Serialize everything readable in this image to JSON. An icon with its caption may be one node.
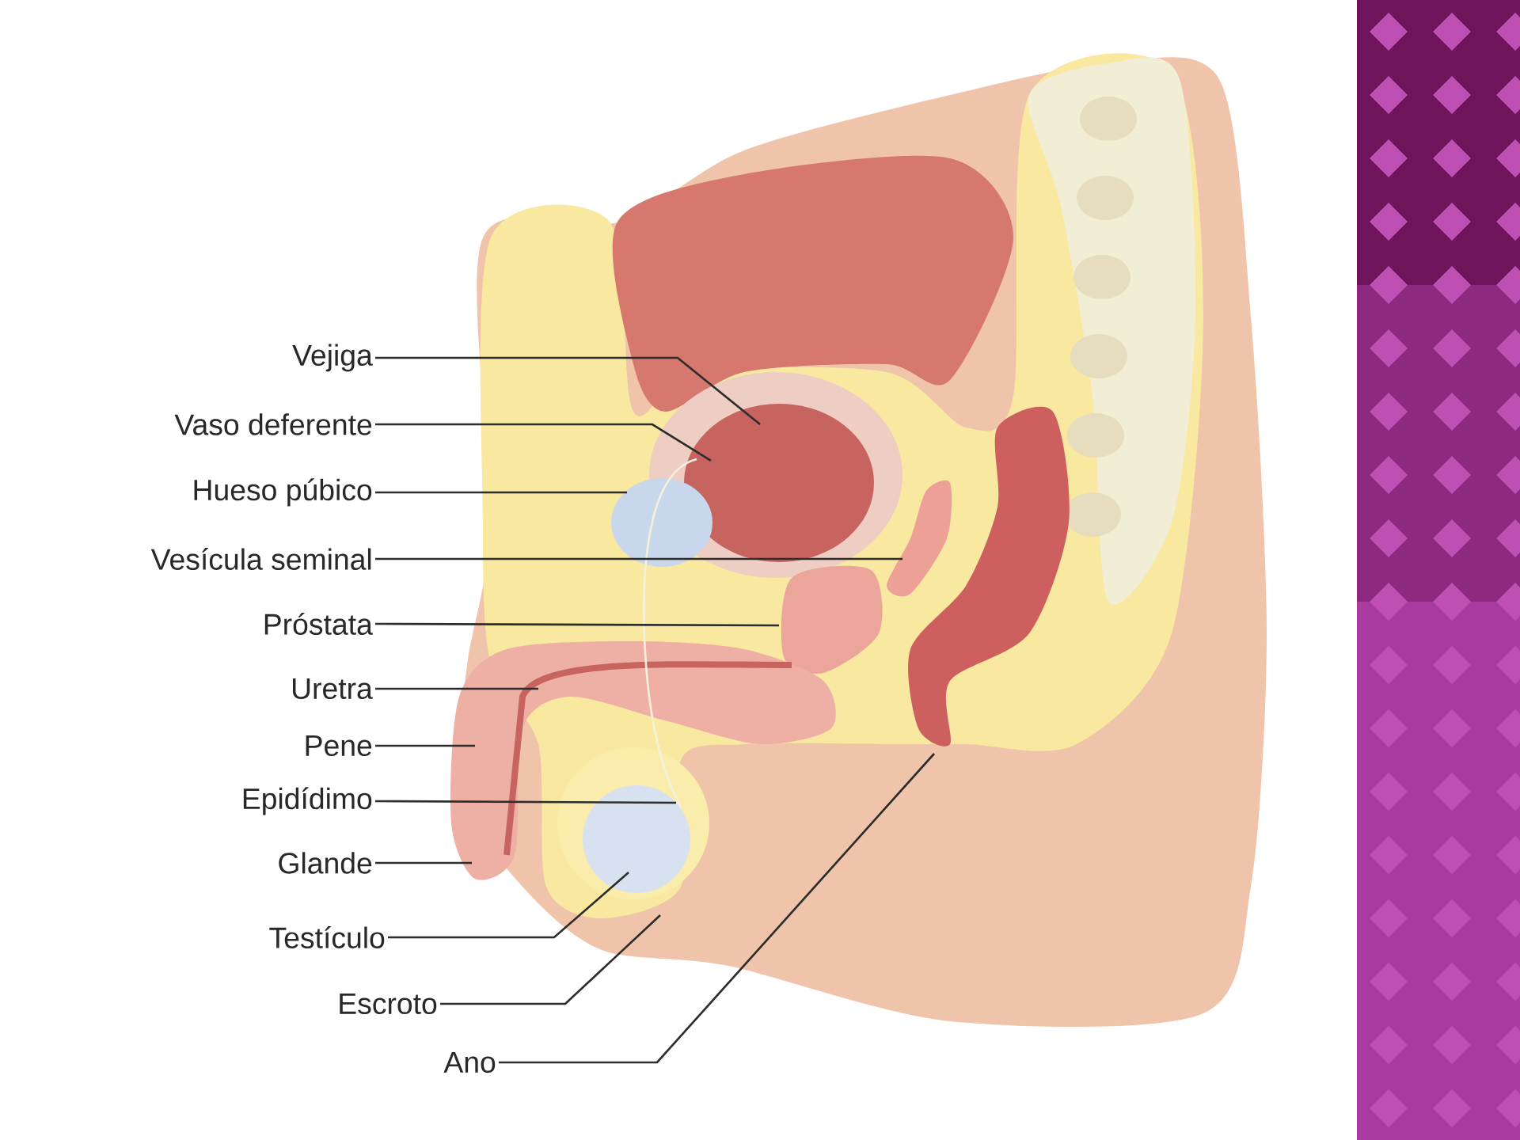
{
  "diagram": {
    "nodes": [
      {
        "text": [
          "Vejiga"
        ]
      },
      {
        "text": [
          "Vaso deferente"
        ]
      },
      {
        "text": [
          "Hueso púbico"
        ]
      },
      {
        "text": [
          "Vesícula seminal"
        ]
      },
      {
        "text": [
          "Próstata"
        ]
      },
      {
        "text": [
          "Uretra"
        ]
      },
      {
        "text": [
          "Pene"
        ]
      },
      {
        "text": [
          "Epidídimo"
        ]
      },
      {
        "text": [
          "Glande"
        ]
      },
      {
        "text": [
          "Testículo"
        ]
      },
      {
        "text": [
          "Escroto"
        ]
      },
      {
        "text": [
          "Ano"
        ]
      }
    ],
    "edges": [
      {
        "from": 0,
        "to": null,
        "arrow": "none"
      },
      {
        "from": 1,
        "to": null,
        "arrow": "none"
      },
      {
        "from": 2,
        "to": null,
        "arrow": "none"
      },
      {
        "from": 3,
        "to": null,
        "arrow": "none"
      },
      {
        "from": 4,
        "to": null,
        "arrow": "none"
      },
      {
        "from": 5,
        "to": null,
        "arrow": "none"
      },
      {
        "from": 6,
        "to": null,
        "arrow": "none"
      },
      {
        "from": 7,
        "to": null,
        "arrow": "none"
      },
      {
        "from": 8,
        "to": null,
        "arrow": "none"
      },
      {
        "from": 9,
        "to": null,
        "arrow": "none"
      },
      {
        "from": 10,
        "to": null,
        "arrow": "none"
      },
      {
        "from": 11,
        "to": null,
        "arrow": "none"
      }
    ]
  }
}
